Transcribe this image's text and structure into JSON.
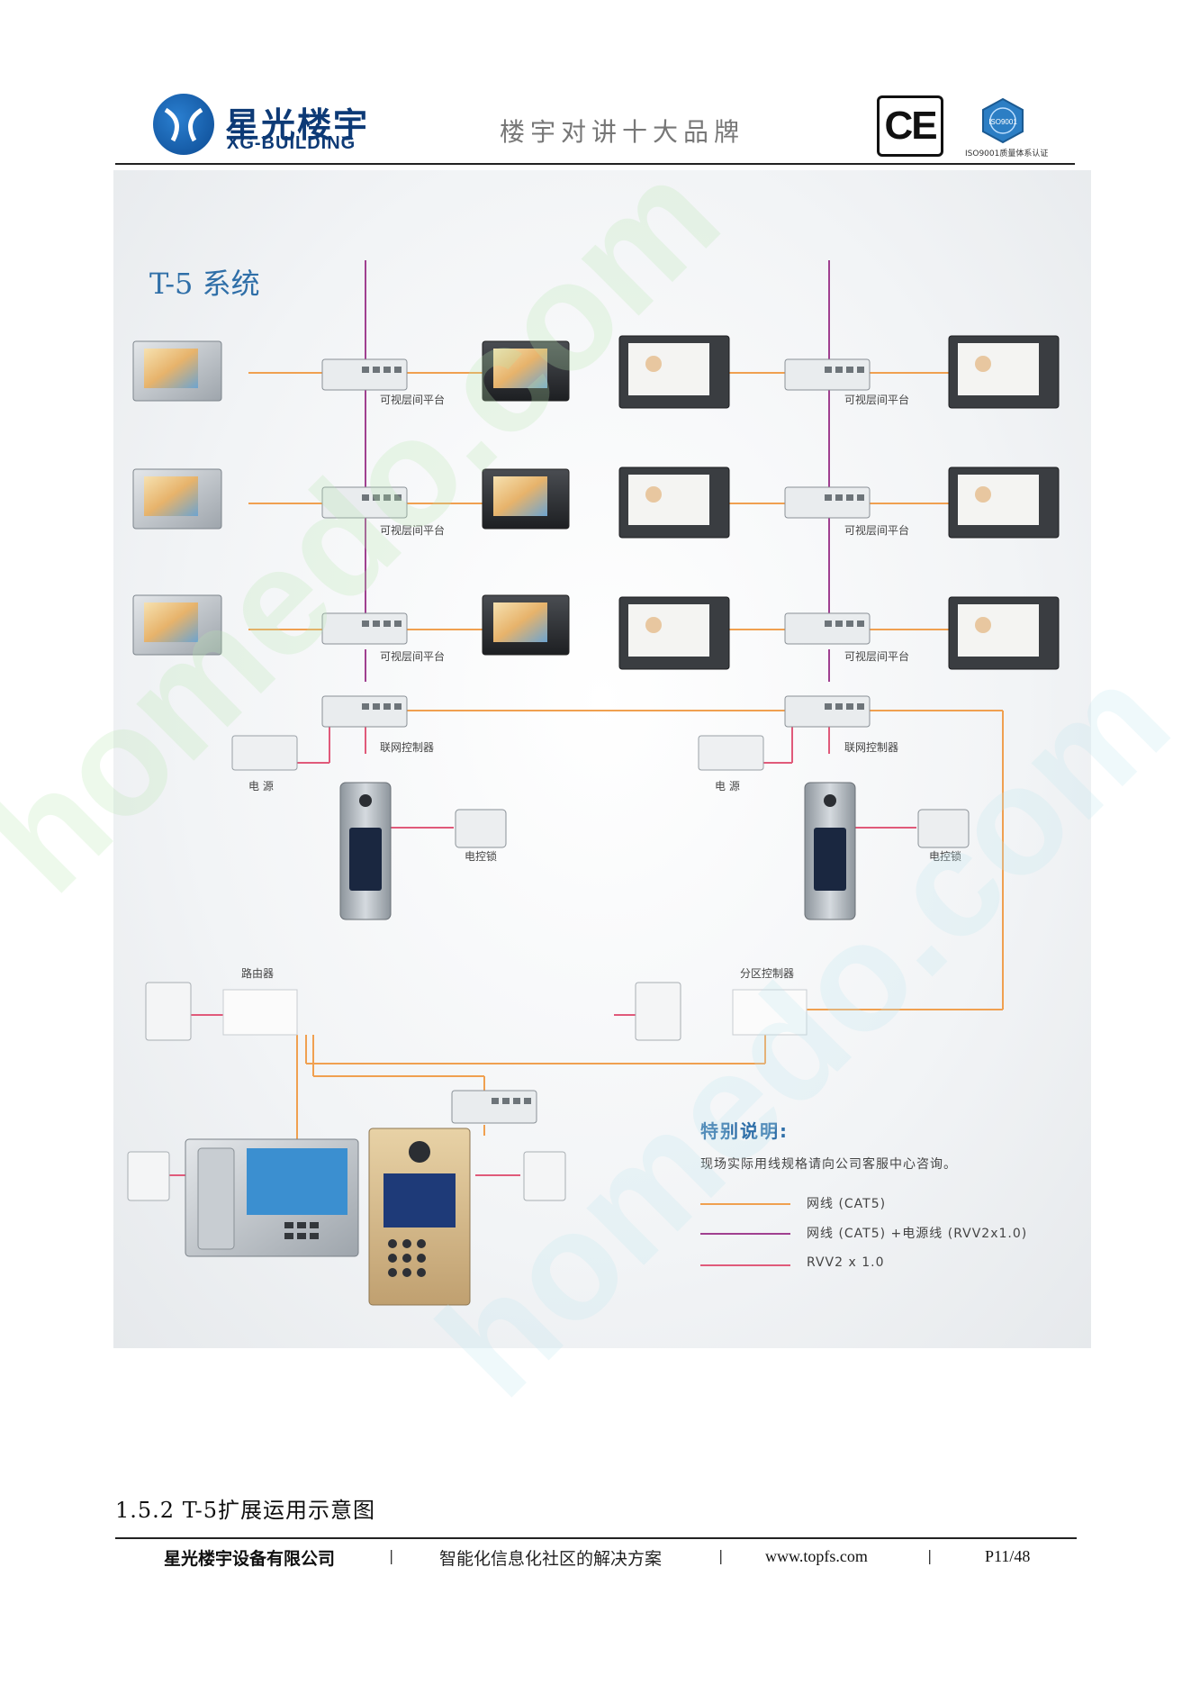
{
  "header": {
    "logo_cn": "星光楼宇",
    "logo_en": "XG-BUILDING",
    "slogan": "楼宇对讲十大品牌",
    "ce_mark": "CE",
    "iso_badge": "ISO9001",
    "iso_caption": "ISO9001质量体系认证"
  },
  "diagram": {
    "title": "T-5 系统",
    "labels": {
      "floor_platform": "可视层间平台",
      "network_controller": "联网控制器",
      "power": "电 源",
      "electric_lock": "电控锁",
      "router": "路由器",
      "zone_controller": "分区控制器"
    },
    "colors": {
      "cat5": "#f0a050",
      "cat5_power": "#a04090",
      "rvv": "#e05a7a"
    }
  },
  "notes": {
    "title": "特别说明:",
    "text": "现场实际用线规格请向公司客服中心咨询。",
    "legend": [
      {
        "color": "#f0a050",
        "label": "网线 (CAT5)"
      },
      {
        "color": "#a04090",
        "label": "网线 (CAT5) +电源线 (RVV2x1.0)"
      },
      {
        "color": "#e05a7a",
        "label": "RVV2 x 1.0"
      }
    ]
  },
  "watermark": "homedo.com",
  "section_heading": "1.5.2  T-5扩展运用示意图",
  "footer": {
    "company": "星光楼宇设备有限公司",
    "separator": "|",
    "slogan": "智能化信息化社区的解决方案",
    "url": "www.topfs.com",
    "page": "P11/48"
  }
}
